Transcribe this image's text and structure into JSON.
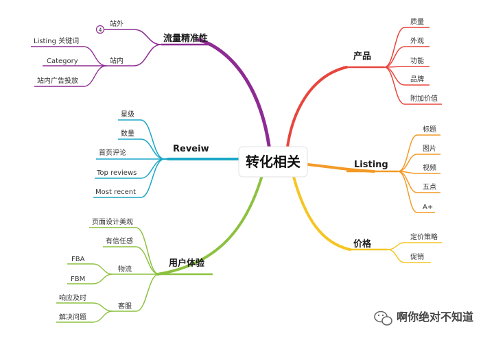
{
  "center": {
    "label": "转化相关"
  },
  "colors": {
    "traffic": "#8e2b93",
    "review": "#1aa6c6",
    "ux": "#8cc13f",
    "product": "#e8453c",
    "listing": "#f39a26",
    "price": "#f5c523"
  },
  "branches": {
    "traffic": {
      "label": "流量精准性",
      "sub_offsite": "站外",
      "collapsed_count": "4",
      "sub_onsite": "站内",
      "onsite_items": [
        "Listing 关键词",
        "Category",
        "站内广告投放"
      ]
    },
    "review": {
      "label": "Reveiw",
      "items": [
        "星级",
        "数量",
        "首页评论",
        "Top reviews",
        "Most recent"
      ]
    },
    "ux": {
      "label": "用户体验",
      "items_top": [
        "页面设计美观",
        "有信任感"
      ],
      "logistics": "物流",
      "logistics_items": [
        "FBA",
        "FBM"
      ],
      "service": "客服",
      "service_items": [
        "响应及时",
        "解决问题"
      ]
    },
    "product": {
      "label": "产品",
      "items": [
        "质量",
        "外观",
        "功能",
        "品牌",
        "附加价值"
      ]
    },
    "listing": {
      "label": "Listing",
      "items": [
        "标题",
        "图片",
        "视频",
        "五点",
        "A+"
      ]
    },
    "price": {
      "label": "价格",
      "items": [
        "定价策略",
        "促销"
      ]
    }
  },
  "watermark": {
    "text": "啊你绝对不知道",
    "icon": "wechat-icon"
  }
}
